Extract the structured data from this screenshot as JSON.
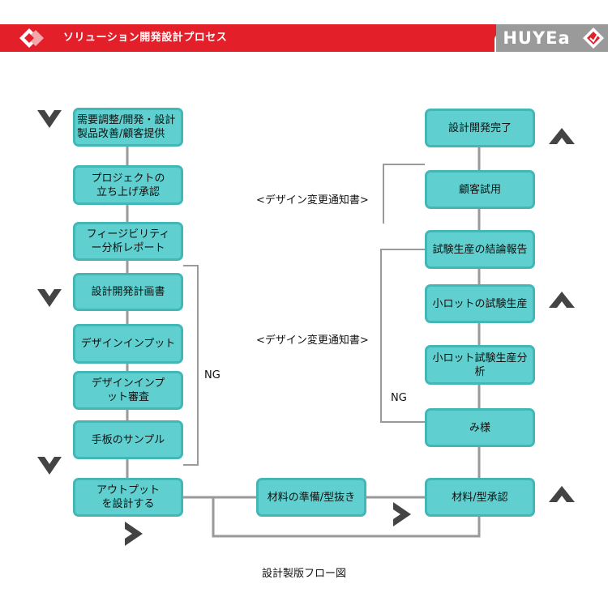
{
  "header": {
    "title": "ソリューション開発設計プロセス",
    "brand": "HUYEa",
    "colors": {
      "red": "#e3202a",
      "grey": "#9a9a9a"
    }
  },
  "left_steps": [
    "需要調整/開発・設計\n製品改善/顧客提供",
    "プロジェクトの\n立ち上げ承認",
    "フィージビリティ\nー分析レポート",
    "設計開発計画書",
    "デザインインプット",
    "デザインインプ\nット審査",
    "手板のサンプル",
    "アウトプット\nを設計する"
  ],
  "middle_step": "材料の準備/型抜き",
  "right_steps": [
    "設計開発完了",
    "顧客試用",
    "試験生産の結論報告",
    "小ロットの試験生産",
    "小ロット試験生産分析",
    "み様",
    "材料/型承認"
  ],
  "labels": {
    "change_notice_1": "<デザイン変更通知書>",
    "change_notice_2": "<デザイン変更通知書>",
    "ng_left": "NG",
    "ng_right": "NG"
  },
  "caption": "設計製版フロー図",
  "colors": {
    "box_fill": "#5fd0cf",
    "box_border": "#41b8b7",
    "connector": "#9a9a9a",
    "arrow": "#444444"
  },
  "icons": [
    "down-arrow-icon",
    "up-arrow-icon",
    "right-arrow-icon",
    "diamond-logo-icon"
  ]
}
